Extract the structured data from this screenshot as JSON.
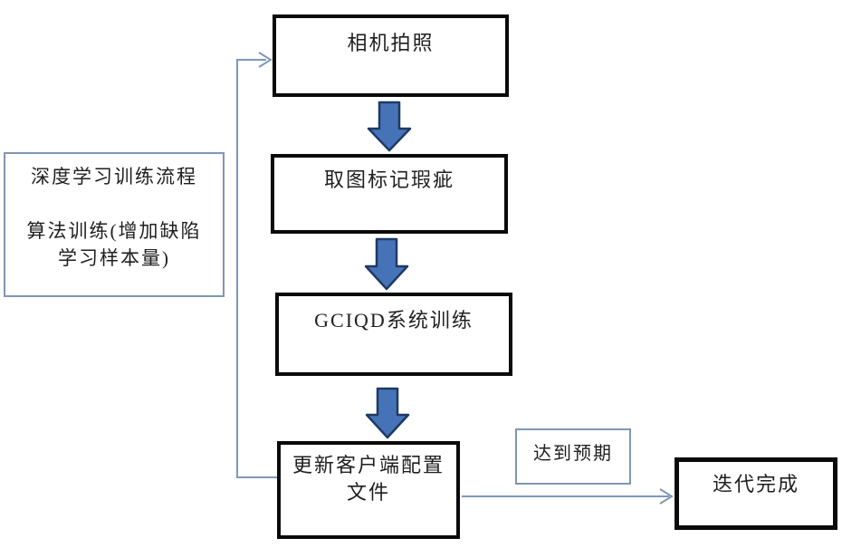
{
  "flowchart": {
    "side_note": {
      "text": "深度学习训练流程\n\n算法训练(增加缺陷\n学习样本量)"
    },
    "nodes": [
      {
        "name": "camera-capture",
        "label": "相机拍照"
      },
      {
        "name": "mark-defects",
        "label": "取图标记瑕疵"
      },
      {
        "name": "system-training",
        "label": "GCIQD系统训练"
      },
      {
        "name": "update-config",
        "label": "更新客户端配置\n文件"
      },
      {
        "name": "iteration-done",
        "label": "迭代完成"
      }
    ],
    "edges": {
      "result_label": "达到预期"
    },
    "colors": {
      "node_border_thick": "#0a0a0a",
      "node_border_thin": "#8096b4",
      "connector": "#7f97ba",
      "block_arrow_fill": "#4673b8",
      "block_arrow_stroke": "#1f3a64",
      "text": "#1f1f1f",
      "background": "#ffffff"
    }
  }
}
